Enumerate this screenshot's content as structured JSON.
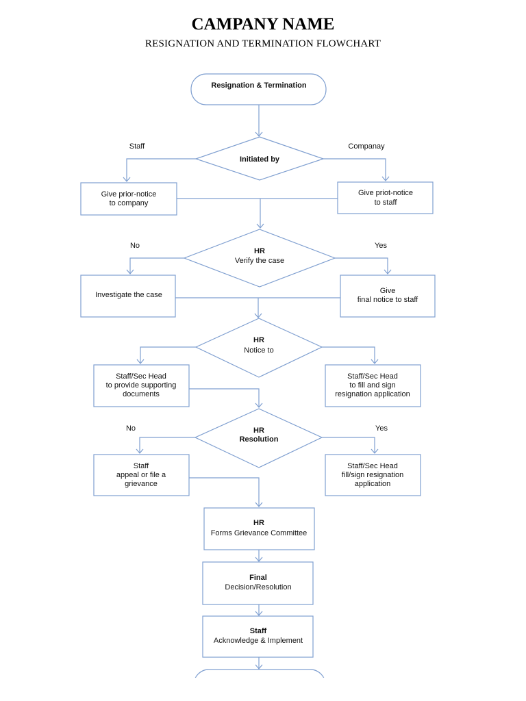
{
  "header": {
    "title": "CAMPANY NAME",
    "subtitle": "RESIGNATION AND TERMINATION FLOWCHART"
  },
  "colors": {
    "line": "#7f9fd0",
    "text": "#111111"
  },
  "flowchart": {
    "start": "Resignation & Termination",
    "initiated": {
      "text": "Initiated by",
      "left_label": "Staff",
      "right_label": "Companay"
    },
    "staff_notice": [
      "Give prior-notice",
      "to company"
    ],
    "company_notice": [
      "Give priot-notice",
      "to staff"
    ],
    "verify": {
      "title": "HR",
      "text": "Verify the case",
      "left_label": "No",
      "right_label": "Yes"
    },
    "investigate": "Investigate the case",
    "final_notice": [
      "Give",
      "final notice to staff"
    ],
    "notice_to": {
      "title": "HR",
      "text": "Notice to"
    },
    "supporting_docs": [
      "Staff/Sec Head",
      "to provide supporting",
      "documents"
    ],
    "fill_sign": [
      "Staff/Sec Head",
      "to fill and sign",
      "resignation application"
    ],
    "resolution": {
      "title": "HR",
      "text": "Resolution",
      "left_label": "No",
      "right_label": "Yes"
    },
    "appeal": [
      "Staff",
      "appeal or file a",
      "grievance"
    ],
    "fill_sign_resignation": [
      "Staff/Sec Head",
      "fill/sign resignation",
      "application"
    ],
    "committee": {
      "title": "HR",
      "text": "Forms Grievance Committee"
    },
    "final_decision": {
      "title": "Final",
      "text": "Decision/Resolution"
    },
    "acknowledge": {
      "title": "Staff",
      "text": "Acknowledge & Implement"
    }
  }
}
